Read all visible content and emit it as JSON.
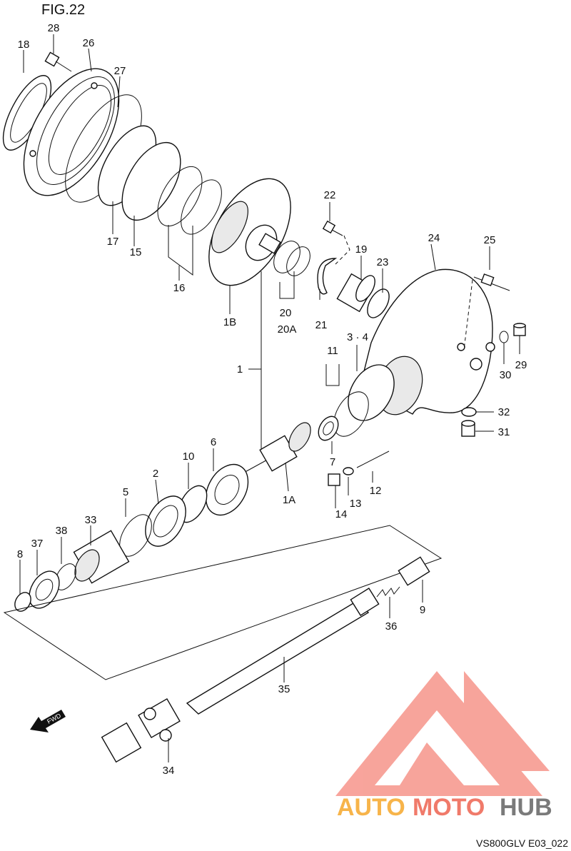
{
  "figure": {
    "title": "FIG.22",
    "code": "VS800GLV E03_022"
  },
  "fwd_label": "FWD",
  "watermark": {
    "part1": "AUTO",
    "part2": "MOTO",
    "part3": "HUB"
  },
  "callouts": {
    "c28": "28",
    "c18": "18",
    "c26": "26",
    "c27": "27",
    "c17": "17",
    "c15": "15",
    "c16": "16",
    "c1B": "1B",
    "c22": "22",
    "c19": "19",
    "c23": "23",
    "c24": "24",
    "c25": "25",
    "c20": "20",
    "c20A": "20A",
    "c21": "21",
    "c3_4": "3 · 4",
    "c11": "11",
    "c29": "29",
    "c30": "30",
    "c1": "1",
    "c32": "32",
    "c31": "31",
    "c6": "6",
    "c7": "7",
    "c10": "10",
    "c2": "2",
    "c12": "12",
    "c13": "13",
    "c14": "14",
    "c1A": "1A",
    "c5": "5",
    "c33": "33",
    "c38": "38",
    "c37": "37",
    "c8": "8",
    "c9": "9",
    "c36": "36",
    "c35": "35",
    "c34": "34"
  }
}
